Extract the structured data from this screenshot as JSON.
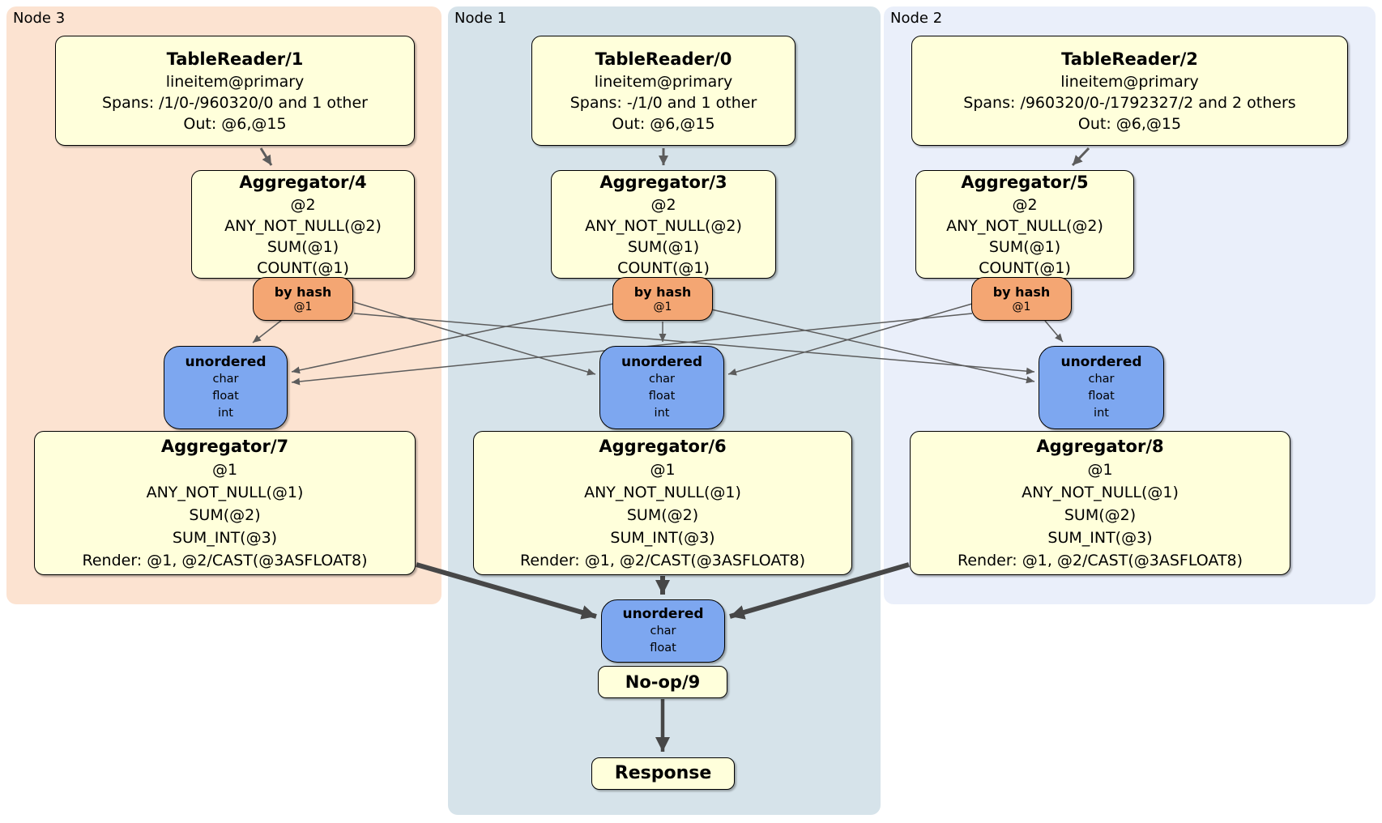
{
  "panels": [
    {
      "label": "Node 3"
    },
    {
      "label": "Node 1"
    },
    {
      "label": "Node 2"
    }
  ],
  "colors": {
    "node3_bg": "#fce3d1",
    "node1_bg": "#d6e3ea",
    "node2_bg": "#eaeffa",
    "processor_bg": "#ffffdb",
    "router_bg": "#f4a673",
    "sync_bg": "#7da7f0",
    "edge_thin": "#5c5c5c",
    "edge_thick": "#474747"
  },
  "boxes": {
    "tablereader1": {
      "title": "TableReader/1",
      "lines": [
        "lineitem@primary",
        "Spans: /1/0-/960320/0 and 1 other",
        "Out: @6,@15"
      ]
    },
    "tablereader0": {
      "title": "TableReader/0",
      "lines": [
        "lineitem@primary",
        "Spans: -/1/0 and 1 other",
        "Out: @6,@15"
      ]
    },
    "tablereader2": {
      "title": "TableReader/2",
      "lines": [
        "lineitem@primary",
        "Spans: /960320/0-/1792327/2 and 2 others",
        "Out: @6,@15"
      ]
    },
    "aggregator4": {
      "title": "Aggregator/4",
      "lines": [
        "@2",
        "ANY_NOT_NULL(@2)",
        "SUM(@1)",
        "COUNT(@1)"
      ]
    },
    "aggregator3": {
      "title": "Aggregator/3",
      "lines": [
        "@2",
        "ANY_NOT_NULL(@2)",
        "SUM(@1)",
        "COUNT(@1)"
      ]
    },
    "aggregator5": {
      "title": "Aggregator/5",
      "lines": [
        "@2",
        "ANY_NOT_NULL(@2)",
        "SUM(@1)",
        "COUNT(@1)"
      ]
    },
    "router3": {
      "title": "by hash",
      "lines": [
        "@1"
      ]
    },
    "router1": {
      "title": "by hash",
      "lines": [
        "@1"
      ]
    },
    "router2": {
      "title": "by hash",
      "lines": [
        "@1"
      ]
    },
    "sync3": {
      "title": "unordered",
      "lines": [
        "char",
        "float",
        "int"
      ]
    },
    "sync1": {
      "title": "unordered",
      "lines": [
        "char",
        "float",
        "int"
      ]
    },
    "sync2": {
      "title": "unordered",
      "lines": [
        "char",
        "float",
        "int"
      ]
    },
    "aggregator7": {
      "title": "Aggregator/7",
      "lines": [
        "@1",
        "ANY_NOT_NULL(@1)",
        "SUM(@2)",
        "SUM_INT(@3)",
        "Render: @1, @2/CAST(@3ASFLOAT8)"
      ]
    },
    "aggregator6": {
      "title": "Aggregator/6",
      "lines": [
        "@1",
        "ANY_NOT_NULL(@1)",
        "SUM(@2)",
        "SUM_INT(@3)",
        "Render: @1, @2/CAST(@3ASFLOAT8)"
      ]
    },
    "aggregator8": {
      "title": "Aggregator/8",
      "lines": [
        "@1",
        "ANY_NOT_NULL(@1)",
        "SUM(@2)",
        "SUM_INT(@3)",
        "Render: @1, @2/CAST(@3ASFLOAT8)"
      ]
    },
    "final_sync": {
      "title": "unordered",
      "lines": [
        "char",
        "float"
      ]
    },
    "noop": {
      "title": "No-op/9"
    },
    "response": {
      "title": "Response"
    }
  }
}
